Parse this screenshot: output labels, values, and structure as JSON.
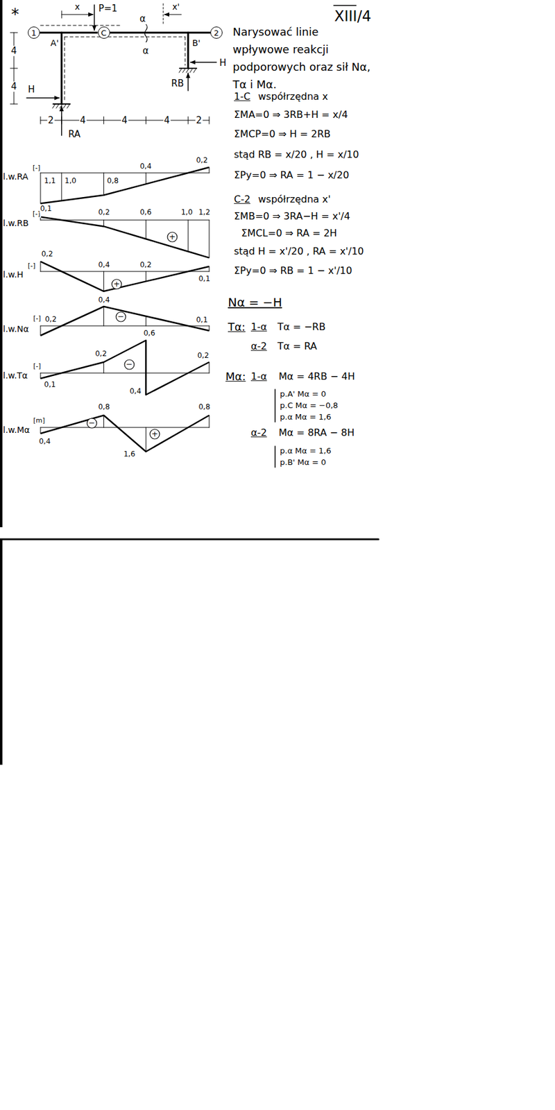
{
  "diagram": {
    "nodes": [
      {
        "text": [
          "1"
        ]
      },
      {
        "text": [
          "C"
        ]
      },
      {
        "text": [
          "2"
        ]
      }
    ],
    "edges": [
      {
        "from": 0,
        "to": 1,
        "arrow": "none"
      },
      {
        "from": 1,
        "to": 2,
        "arrow": "none"
      }
    ],
    "labels": [
      "XIII/4",
      "Narysować linie wpływowe reakcji podporowych oraz sił Nα, Tα i Mα.",
      "*",
      "x",
      "P=1",
      "α",
      "x'",
      "A'",
      "α",
      "B'",
      "H",
      "RB",
      "4",
      "4",
      "H",
      "RA",
      "2",
      "4",
      "4",
      "4",
      "2",
      "1-C",
      "współrzędna x",
      "ΣMA=0 ⇒ 3RB+H = x/4",
      "ΣMCP=0 ⇒ H = 2RB",
      "stąd RB = x/20 , H = x/10",
      "ΣPy=0 ⇒ RA = 1 − x/20",
      "C-2",
      "współrzędna x'",
      "ΣMB=0 ⇒ 3RA−H = x'/4",
      "ΣMCL=0 ⇒ RA = 2H",
      "stąd H = x'/20 , RA = x'/10",
      "ΣPy=0 ⇒ RB = 1 − x'/10",
      "Nα = −H",
      "Tα:",
      "1-α",
      "Tα = −RB",
      "α-2",
      "Tα = RA",
      "Mα:",
      "1-α",
      "Mα = 4RB − 4H",
      "p.A' Mα = 0",
      "p.C Mα = −0,8",
      "p.α Mα = 1,6",
      "α-2",
      "Mα = 8RA − 8H",
      "p.α Mα = 1,6",
      "p.B' Mα = 0",
      "l.w.RA",
      "[-]",
      "1,1",
      "1,0",
      "0,8",
      "0,4",
      "0,2",
      "l.w.RB",
      "[-]",
      "0,1",
      "0,2",
      "0,6",
      "1,0",
      "1,2",
      "+",
      "l.w.H",
      "[-]",
      "0,2",
      "0,4",
      "0,2",
      "0,1",
      "+",
      "l.w.Nα",
      "[-]",
      "0,2",
      "0,4",
      "0,1",
      "−",
      "l.w.Tα",
      "[-]",
      "0,1",
      "0,2",
      "0,6",
      "0,4",
      "0,2",
      "−",
      "l.w.Mα",
      "[m]",
      "0,4",
      "0,8",
      "1,6",
      "0,8",
      "−",
      "+"
    ]
  }
}
